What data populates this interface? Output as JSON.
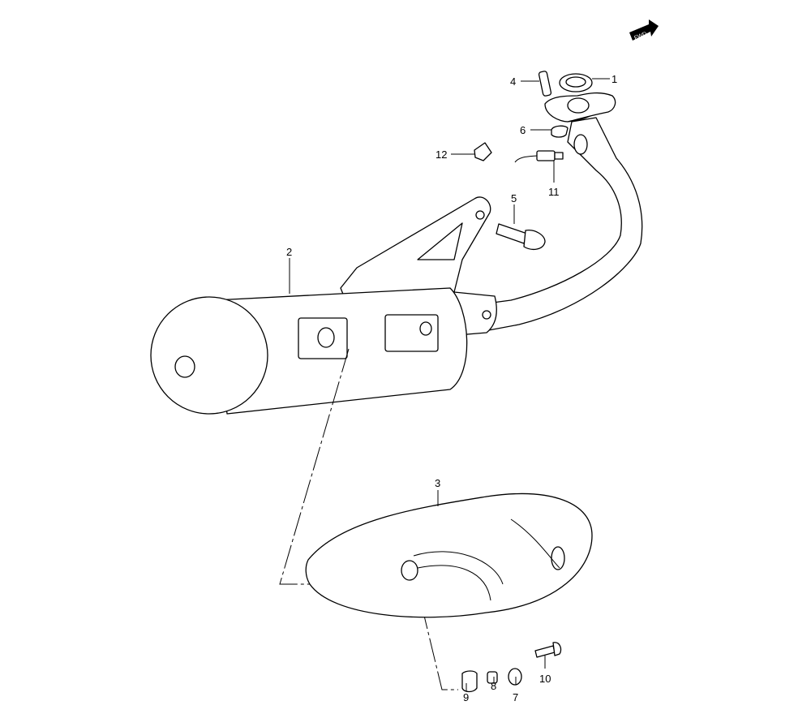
{
  "diagram": {
    "fwd_badge": "FWD",
    "callouts": [
      {
        "number": "1",
        "part": "gasket"
      },
      {
        "number": "2",
        "part": "muffler"
      },
      {
        "number": "3",
        "part": "muffler-protector"
      },
      {
        "number": "4",
        "part": "stud"
      },
      {
        "number": "5",
        "part": "bolt"
      },
      {
        "number": "6",
        "part": "nut"
      },
      {
        "number": "7",
        "part": "washer"
      },
      {
        "number": "8",
        "part": "spacer"
      },
      {
        "number": "9",
        "part": "cushion"
      },
      {
        "number": "10",
        "part": "screw"
      },
      {
        "number": "11",
        "part": "oxygen-sensor"
      },
      {
        "number": "12",
        "part": "clamp"
      }
    ]
  }
}
